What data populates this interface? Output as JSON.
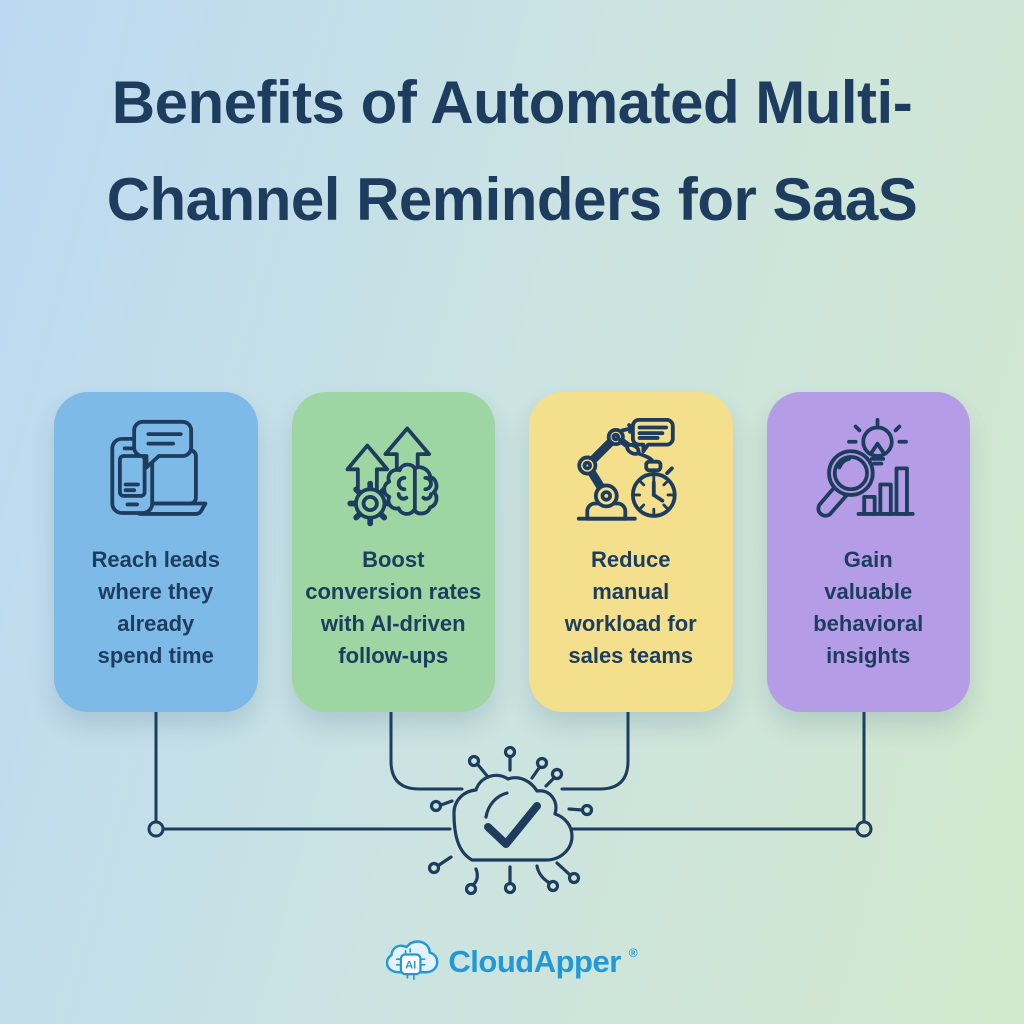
{
  "title": {
    "lines": [
      "Benefits of Automated Multi-",
      "Channel Reminders for SaaS"
    ]
  },
  "cards": [
    {
      "name": "reach-leads",
      "color": "#7DBAE8",
      "icon": "devices-chat-icon",
      "lines": [
        "Reach leads",
        "where they",
        "already",
        "spend time"
      ]
    },
    {
      "name": "boost-conversion",
      "color": "#9DD6A2",
      "icon": "growth-gear-brain-icon",
      "lines": [
        "Boost",
        "conversion rates",
        "with AI-driven",
        "follow-ups"
      ]
    },
    {
      "name": "reduce-workload",
      "color": "#F4DF8C",
      "icon": "robot-arm-stopwatch-icon",
      "lines": [
        "Reduce",
        "manual",
        "workload for",
        "sales teams"
      ]
    },
    {
      "name": "behavioral-insights",
      "color": "#B49DE6",
      "icon": "magnifier-bulb-chart-icon",
      "lines": [
        "Gain",
        "valuable",
        "behavioral",
        "insights"
      ]
    }
  ],
  "connector": {
    "icon": "cloud-check-network-icon"
  },
  "footer": {
    "brand": "CloudApper",
    "registered_mark": "®"
  },
  "colors": {
    "title_text": "#1D3C5E",
    "line_stroke": "#1D3C5E",
    "card_blue": "#7DBAE8",
    "card_green": "#9DD6A2",
    "card_yellow": "#F4DF8C",
    "card_purple": "#B49DE6",
    "logo_blue": "#2299D6",
    "background_top_left": "#BBD9F2",
    "background_bottom_right": "#D2E8CC"
  }
}
